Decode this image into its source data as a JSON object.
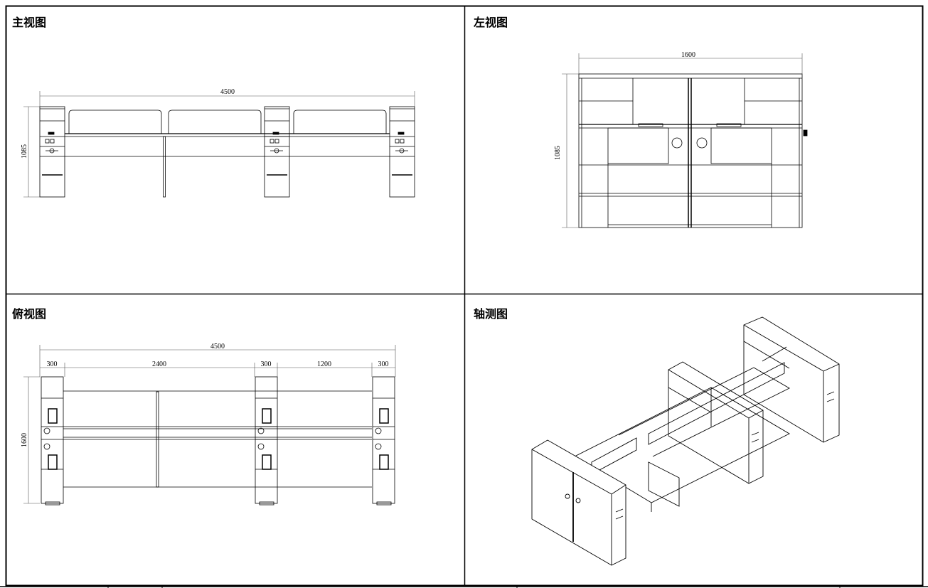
{
  "views": {
    "front": {
      "title": "主视图",
      "width_dim": "4500",
      "height_dim": "1085"
    },
    "left": {
      "title": "左视图",
      "width_dim": "1600",
      "height_dim": "1085"
    },
    "top": {
      "title": "俯视图",
      "total_dim": "4500",
      "segments": [
        "300",
        "2400",
        "300",
        "1200",
        "300"
      ],
      "depth_dim": "1600"
    },
    "iso": {
      "title": "轴测图"
    }
  }
}
